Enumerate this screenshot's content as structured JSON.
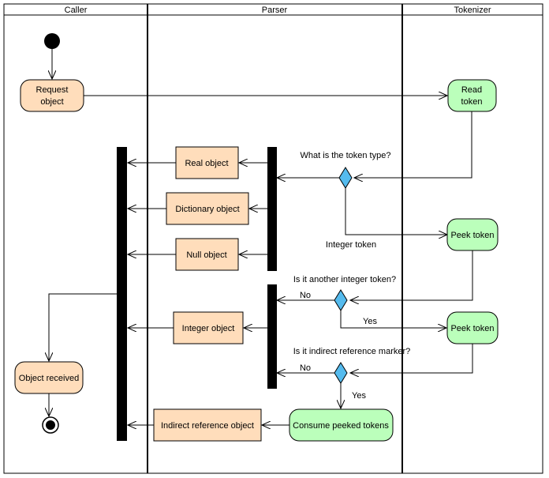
{
  "swimlanes": [
    {
      "id": "caller",
      "title": "Caller"
    },
    {
      "id": "parser",
      "title": "Parser"
    },
    {
      "id": "tokenizer",
      "title": "Tokenizer"
    }
  ],
  "nodes": {
    "request_object": "Request\nobject",
    "read_token": "Read\ntoken",
    "real_object": "Real object",
    "dictionary_object": "Dictionary object",
    "null_object": "Null object",
    "integer_object": "Integer object",
    "indirect_reference_object": "Indirect reference object",
    "consume_peeked_tokens": "Consume peeked tokens",
    "peek_token_1": "Peek token",
    "peek_token_2": "Peek token",
    "object_received": "Object received"
  },
  "labels": {
    "token_type_question": "What is the token type?",
    "integer_token": "Integer token",
    "another_integer_question": "Is it another integer token?",
    "no_1": "No",
    "yes_1": "Yes",
    "indirect_marker_question": "Is it indirect reference marker?",
    "no_2": "No",
    "yes_2": "Yes"
  },
  "colors": {
    "caller_fill": "#FFDDBB",
    "object_fill": "#FFDDBB",
    "tokenizer_fill": "#BBFFBB",
    "decision_fill": "#55BBEE"
  }
}
